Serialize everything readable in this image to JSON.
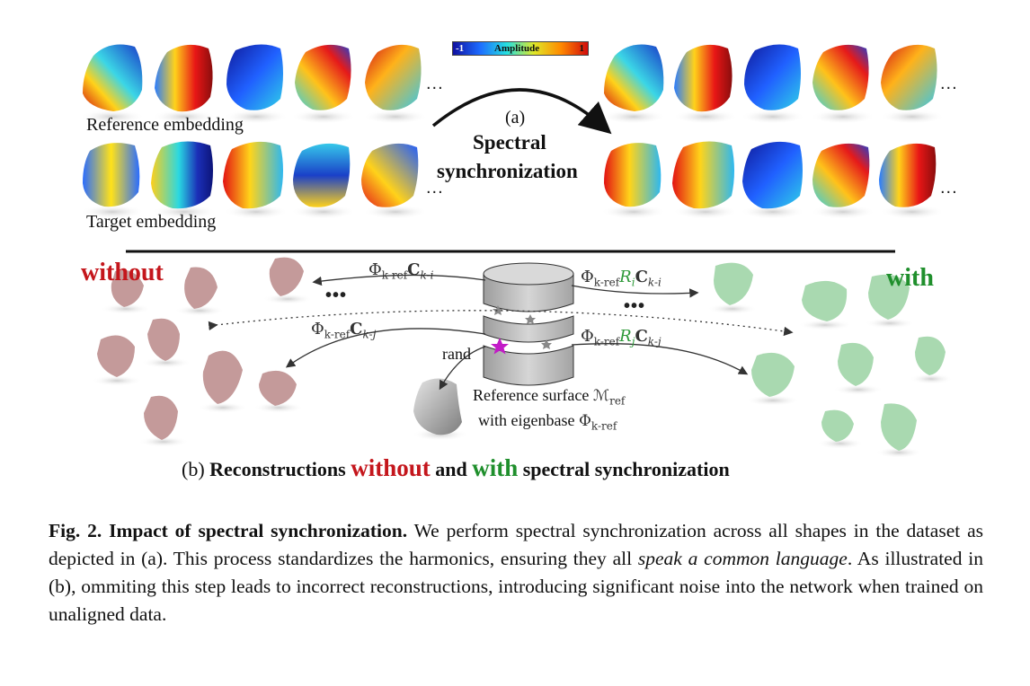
{
  "figure": {
    "colorbar": {
      "min": "-1",
      "label": "Amplitude",
      "max": "1"
    },
    "panel_a": {
      "reference_label": "Reference embedding",
      "target_label": "Target embedding",
      "tag": "(a)",
      "title_line1": "Spectral",
      "title_line2": "synchronization",
      "ellipsis": "..."
    },
    "panel_b": {
      "without_label": "without",
      "with_label": "with",
      "rand_label": "rand",
      "ref_surface_line1": "Reference surface",
      "ref_surface_line2": "with eigenbase",
      "ellipsis": "•••",
      "caption_prefix": "(b)",
      "caption_part1": "Reconstructions",
      "caption_without": "without",
      "caption_and": "and",
      "caption_with": "with",
      "caption_part2": "spectral synchronization"
    },
    "colors": {
      "without": "#c4161c",
      "with": "#1f8f2c",
      "red_shape": "#c49a9a",
      "green_shape": "#a9d9b0"
    }
  },
  "caption": {
    "head": "Fig. 2. Impact of spectral synchronization.",
    "body_pre": " We perform spectral synchronization across all shapes in the dataset as depicted in (a). This process standardizes the harmonics, ensuring they all ",
    "body_italic": "speak a common language",
    "body_post": ". As illustrated in (b), ommiting this step leads to incorrect reconstructions, introducing significant noise into the network when trained on unaligned data."
  }
}
